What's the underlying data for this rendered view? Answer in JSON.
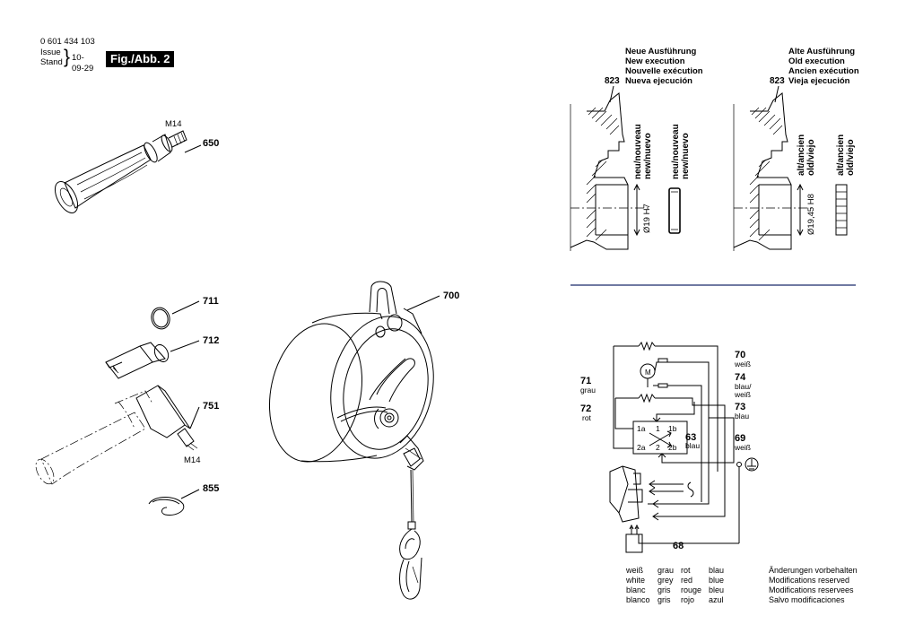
{
  "header": {
    "part_number": "0 601 434 103",
    "issue_label": "Issue",
    "stand_label": "Stand",
    "date": "10-09-29",
    "figure": "Fig./Abb. 2"
  },
  "parts": {
    "p650": "650",
    "p650_thread": "M14",
    "p711": "711",
    "p712": "712",
    "p751": "751",
    "p751_thread": "M14",
    "p855": "855",
    "p700": "700"
  },
  "new_execution": {
    "lines": [
      "Neue Ausführung",
      "New execution",
      "Nouvelle exécution",
      "Nueva ejecución"
    ],
    "ref": "823",
    "diameter": "Ø19 H7",
    "label_a": [
      "neu/nouveau",
      "new/nuevo"
    ],
    "label_b": [
      "neu/nouveau",
      "new/nuevo"
    ]
  },
  "old_execution": {
    "lines": [
      "Alte Ausführung",
      "Old execution",
      "Ancien exécution",
      "Vieja ejecución"
    ],
    "ref": "823",
    "diameter": "Ø19,45 H8",
    "label_a": [
      "alt/ancien",
      "old/viejo"
    ],
    "label_b": [
      "alt/ancien",
      "old/viejo"
    ]
  },
  "wiring": {
    "w70": {
      "num": "70",
      "color": "weiß"
    },
    "w74": {
      "num": "74",
      "color1": "blau/",
      "color2": "weiß"
    },
    "w73": {
      "num": "73",
      "color": "blau"
    },
    "w69": {
      "num": "69",
      "color": "weiß"
    },
    "w71": {
      "num": "71",
      "color": "grau"
    },
    "w72": {
      "num": "72",
      "color": "rot"
    },
    "w63": {
      "num": "63",
      "color": "blau"
    },
    "w68": {
      "num": "68"
    },
    "motor": "M",
    "terminals": {
      "t1a": "1a",
      "t1": "1",
      "t1b": "1b",
      "t2a": "2a",
      "t2": "2",
      "t2b": "2b"
    }
  },
  "legend": {
    "columns": [
      [
        "weiß",
        "white",
        "blanc",
        "blanco"
      ],
      [
        "grau",
        "grey",
        "gris",
        "gris"
      ],
      [
        "rot",
        "red",
        "rouge",
        "rojo"
      ],
      [
        "blau",
        "blue",
        "bleu",
        "azul"
      ]
    ],
    "notice": [
      "Änderungen vorbehalten",
      "Modifications reserved",
      "Modifications reservees",
      "Salvo modificaciones"
    ]
  },
  "colors": {
    "line": "#000000",
    "divider": "#1a2b6b",
    "background": "#ffffff"
  }
}
